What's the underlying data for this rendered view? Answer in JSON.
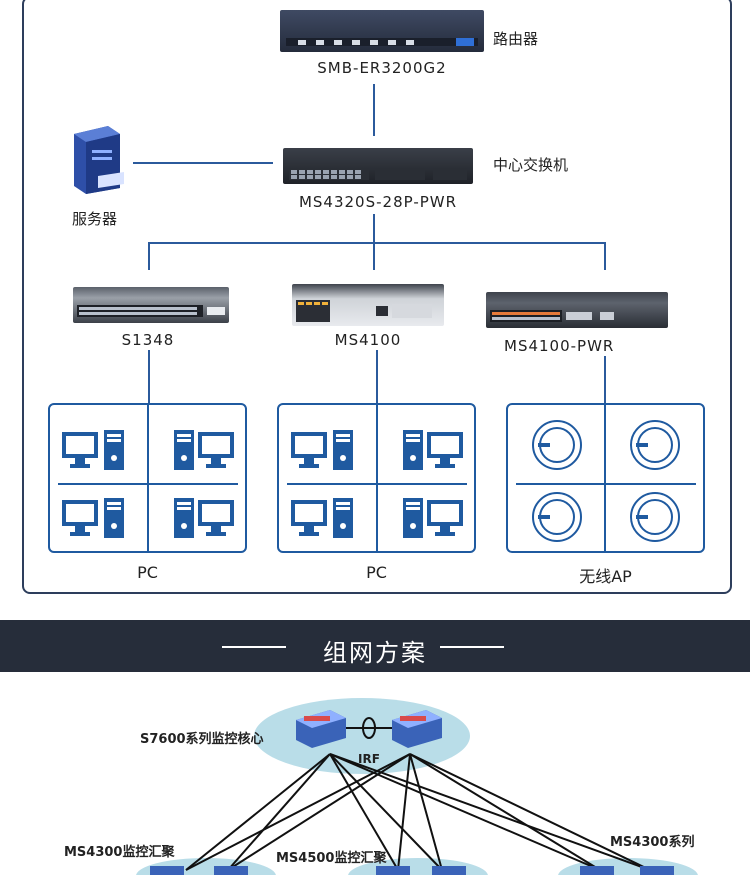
{
  "colors": {
    "frame": "#2d3e5c",
    "line": "#2b5a9c",
    "group": "#1f5aa0",
    "banner": "#262d3a",
    "device": "#2a2f3a"
  },
  "topology1": {
    "router": {
      "model": "SMB-ER3200G2",
      "role": "路由器"
    },
    "core_switch": {
      "model": "MS4320S-28P-PWR",
      "role": "中心交换机"
    },
    "server": {
      "role": "服务器"
    },
    "access_switches": [
      {
        "model": "S1348"
      },
      {
        "model": "MS4100"
      },
      {
        "model": "MS4100-PWR"
      }
    ],
    "groups": [
      {
        "label": "PC",
        "icon": "pc-icon"
      },
      {
        "label": "PC",
        "icon": "pc-icon"
      },
      {
        "label": "无线AP",
        "icon": "wireless-ap-icon"
      }
    ]
  },
  "banner": {
    "title": "组网方案"
  },
  "topology2": {
    "core_label": "S7600系列监控核心",
    "irf_label": "IRF",
    "agg_left": "MS4300监控汇聚",
    "agg_mid": "MS4500监控汇聚",
    "agg_right": "MS4300系列"
  }
}
